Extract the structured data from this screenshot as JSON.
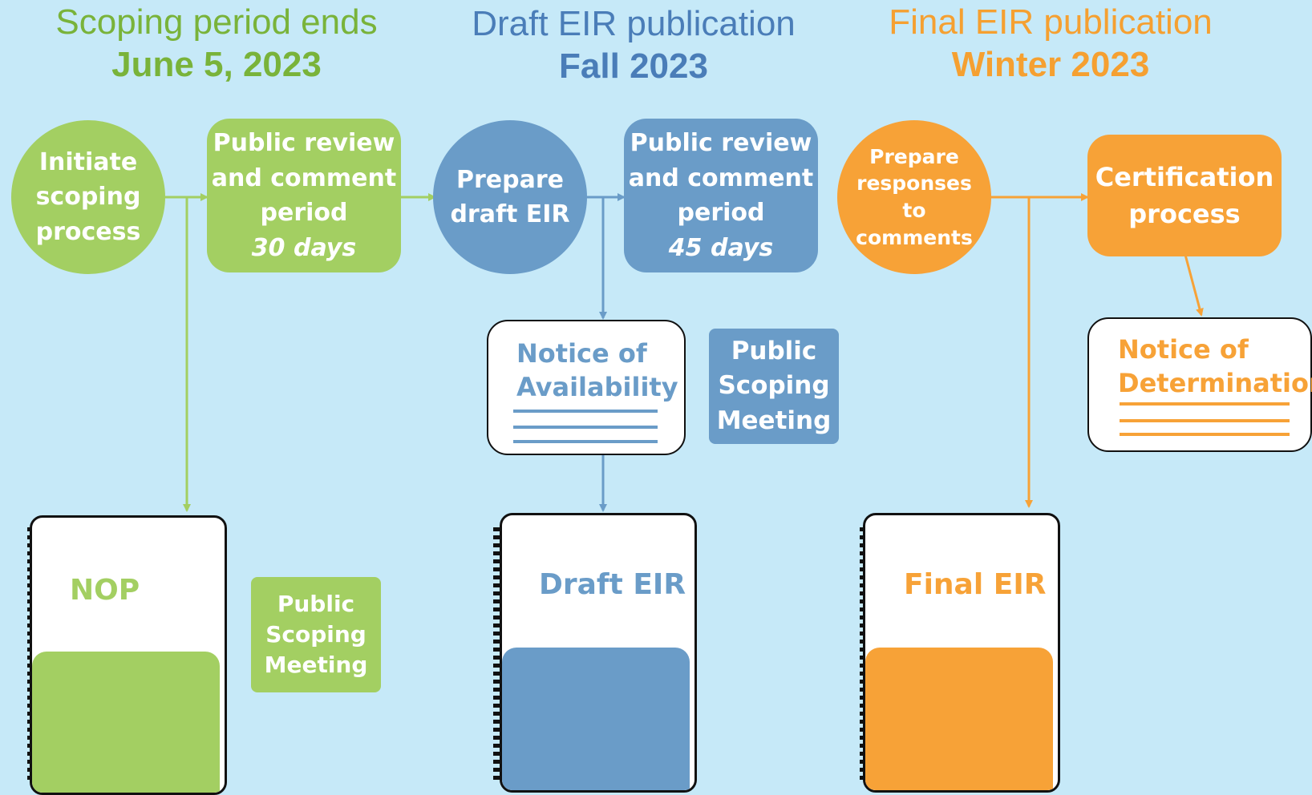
{
  "colors": {
    "green": "#a3cf62",
    "blue": "#6a9cc8",
    "orange": "#f7a237",
    "green_text": "#79b33a",
    "blue_text": "#4a7db8",
    "orange_text": "#f5a031",
    "background": "#c6e9f8"
  },
  "phases": [
    {
      "heading": "Scoping period ends",
      "date": "June 5, 2023"
    },
    {
      "heading": "Draft EIR publication",
      "date": "Fall 2023"
    },
    {
      "heading": "Final EIR publication",
      "date": "Winter 2023"
    }
  ],
  "nodes": {
    "initiate": [
      "Initiate",
      "scoping",
      "process"
    ],
    "review1": {
      "lines": [
        "Public review",
        "and comment",
        "period"
      ],
      "duration": "30 days"
    },
    "prepare_draft": [
      "Prepare",
      "draft EIR"
    ],
    "review2": {
      "lines": [
        "Public review",
        "and comment",
        "period"
      ],
      "duration": "45 days"
    },
    "prepare_responses": [
      "Prepare",
      "responses",
      "to",
      "comments"
    ],
    "certification": [
      "Certification",
      "process"
    ]
  },
  "notices": {
    "availability": [
      "Notice of",
      "Availability"
    ],
    "determination": [
      "Notice of",
      "Determination"
    ]
  },
  "meetings": {
    "blue": [
      "Public",
      "Scoping",
      "Meeting"
    ],
    "green": [
      "Public",
      "Scoping",
      "Meeting"
    ]
  },
  "documents": {
    "nop": "NOP",
    "draft": "Draft EIR",
    "final": "Final EIR"
  }
}
